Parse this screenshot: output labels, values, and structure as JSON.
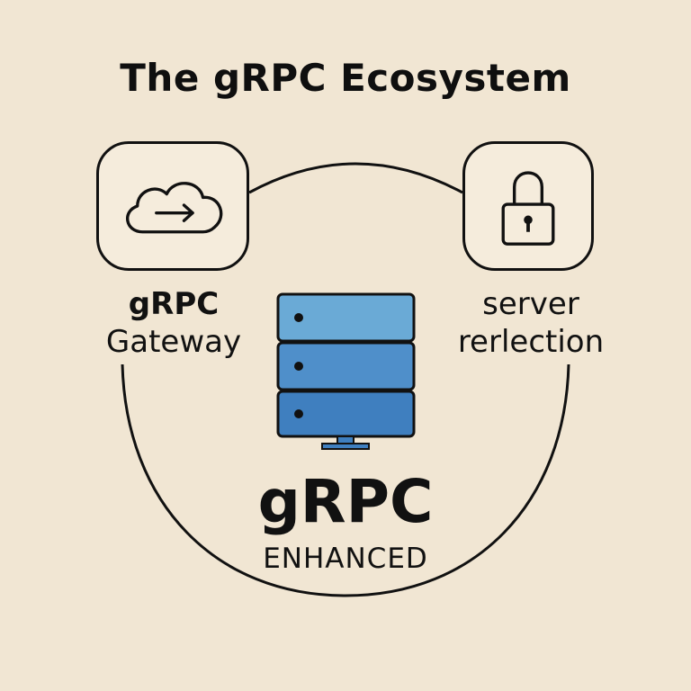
{
  "title": "The gRPC Ecosystem",
  "nodes": {
    "gateway": {
      "line1": "gRPC",
      "line2": "Gateway",
      "icon": "cloud-arrow-icon"
    },
    "reflection": {
      "line1": "server",
      "line2": "rerlection",
      "icon": "padlock-icon"
    },
    "center": {
      "title": "gRPC",
      "subtitle": "ENHANCED",
      "icon": "server-stack-icon"
    }
  },
  "colors": {
    "background": "#f1e6d3",
    "stroke": "#111111",
    "server_light": "#6aaad6",
    "server_dark": "#3f7fbf"
  }
}
